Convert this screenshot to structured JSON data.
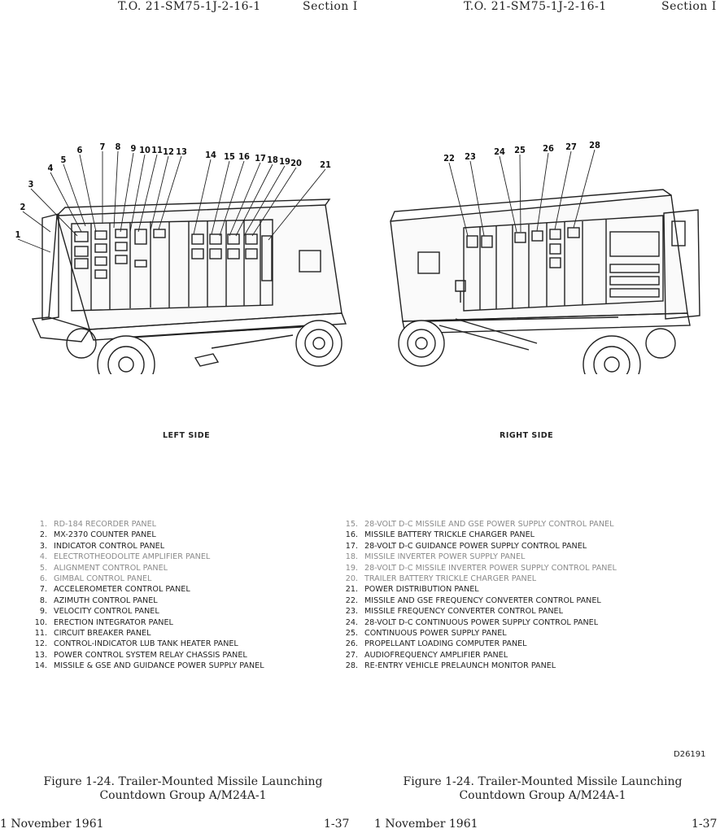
{
  "header": {
    "left_to": "T.O. 21-SM75-1J-2-16-1",
    "left_section": "Section I",
    "right_to": "T.O. 21-SM75-1J-2-16-1",
    "right_section": "Section I"
  },
  "views": {
    "left_label": "LEFT SIDE",
    "right_label": "RIGHT SIDE",
    "left_callouts": [
      "1",
      "2",
      "3",
      "4",
      "5",
      "6",
      "7",
      "8",
      "9",
      "10",
      "11",
      "12",
      "13",
      "14",
      "15",
      "16",
      "17",
      "18",
      "19",
      "20",
      "21"
    ],
    "right_callouts": [
      "22",
      "23",
      "24",
      "25",
      "26",
      "27",
      "28"
    ]
  },
  "legend": {
    "left": [
      {
        "num": "1.",
        "text": "RD-184 RECORDER PANEL",
        "faint": true
      },
      {
        "num": "2.",
        "text": "MX-2370 COUNTER PANEL",
        "faint": false
      },
      {
        "num": "3.",
        "text": "INDICATOR CONTROL PANEL",
        "faint": false
      },
      {
        "num": "4.",
        "text": "ELECTROTHEODOLITE AMPLIFIER PANEL",
        "faint": true
      },
      {
        "num": "5.",
        "text": "ALIGNMENT CONTROL PANEL",
        "faint": true
      },
      {
        "num": "6.",
        "text": "GIMBAL CONTROL PANEL",
        "faint": true
      },
      {
        "num": "7.",
        "text": "ACCELEROMETER CONTROL PANEL",
        "faint": false
      },
      {
        "num": "8.",
        "text": "AZIMUTH CONTROL PANEL",
        "faint": false
      },
      {
        "num": "9.",
        "text": "VELOCITY CONTROL PANEL",
        "faint": false
      },
      {
        "num": "10.",
        "text": "ERECTION INTEGRATOR PANEL",
        "faint": false
      },
      {
        "num": "11.",
        "text": "CIRCUIT BREAKER PANEL",
        "faint": false
      },
      {
        "num": "12.",
        "text": "CONTROL-INDICATOR LUB TANK HEATER PANEL",
        "faint": false
      },
      {
        "num": "13.",
        "text": "POWER CONTROL SYSTEM RELAY CHASSIS PANEL",
        "faint": false
      },
      {
        "num": "14.",
        "text": "MISSILE & GSE AND GUIDANCE POWER SUPPLY PANEL",
        "faint": false
      }
    ],
    "right": [
      {
        "num": "15.",
        "text": "28-VOLT D-C MISSILE AND GSE POWER SUPPLY CONTROL PANEL",
        "faint": true
      },
      {
        "num": "16.",
        "text": "MISSILE BATTERY TRICKLE CHARGER PANEL",
        "faint": false
      },
      {
        "num": "17.",
        "text": "28-VOLT D-C GUIDANCE POWER SUPPLY CONTROL PANEL",
        "faint": false
      },
      {
        "num": "18.",
        "text": "MISSILE INVERTER POWER SUPPLY PANEL",
        "faint": true
      },
      {
        "num": "19.",
        "text": "28-VOLT D-C MISSILE INVERTER POWER SUPPLY CONTROL PANEL",
        "faint": true
      },
      {
        "num": "20.",
        "text": "TRAILER BATTERY TRICKLE CHARGER PANEL",
        "faint": true
      },
      {
        "num": "21.",
        "text": "POWER DISTRIBUTION PANEL",
        "faint": false
      },
      {
        "num": "22.",
        "text": "MISSILE AND GSE FREQUENCY CONVERTER CONTROL PANEL",
        "faint": false
      },
      {
        "num": "23.",
        "text": "MISSILE FREQUENCY CONVERTER CONTROL PANEL",
        "faint": false
      },
      {
        "num": "24.",
        "text": "28-VOLT D-C CONTINUOUS POWER SUPPLY CONTROL PANEL",
        "faint": false
      },
      {
        "num": "25.",
        "text": "CONTINUOUS POWER SUPPLY PANEL",
        "faint": false
      },
      {
        "num": "26.",
        "text": "PROPELLANT LOADING COMPUTER PANEL",
        "faint": false
      },
      {
        "num": "27.",
        "text": "AUDIOFREQUENCY AMPLIFIER PANEL",
        "faint": false
      },
      {
        "num": "28.",
        "text": "RE-ENTRY VEHICLE PRELAUNCH MONITOR PANEL",
        "faint": false
      }
    ]
  },
  "drawing_code": "D26191",
  "caption": {
    "left_line1": "Figure 1-24.  Trailer-Mounted Missile Launching",
    "left_line2": "Countdown Group A/M24A-1",
    "right_line1": "Figure 1-24.  Trailer-Mounted Missile Launching",
    "right_line2": "Countdown Group A/M24A-1"
  },
  "footer": {
    "left_date": "1 November 1961",
    "left_page": "1-37",
    "right_date": "1 November 1961",
    "right_page": "1-37"
  }
}
